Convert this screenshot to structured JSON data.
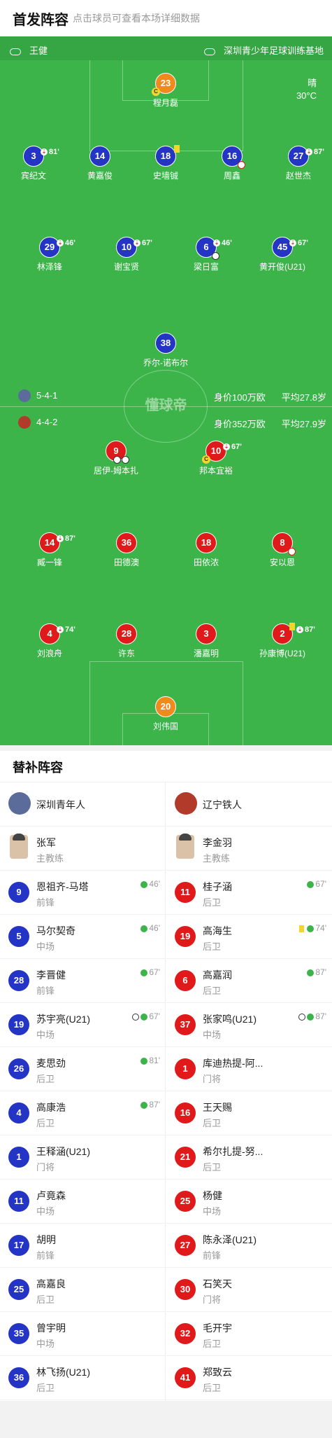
{
  "header": {
    "title": "首发阵容",
    "subtitle": "点击球员可查看本场详细数据"
  },
  "match": {
    "referee": "王健",
    "venue": "深圳青少年足球训练基地",
    "weather": "晴",
    "temperature": "30°C"
  },
  "colors": {
    "pitch": "#3cb44a",
    "home": "#2434c4",
    "away": "#e01a1a",
    "gk": "#f08a1c"
  },
  "teams": {
    "home": {
      "name": "深圳青年人",
      "formation": "5-4-1",
      "value": "身价100万欧",
      "avg_age": "平均27.8岁",
      "coach": "张军",
      "coach_role": "主教练"
    },
    "away": {
      "name": "辽宁铁人",
      "formation": "4-4-2",
      "value": "身价352万欧",
      "avg_age": "平均27.9岁",
      "coach": "李金羽",
      "coach_role": "主教练"
    }
  },
  "watermark": "懂球帝",
  "home_lineup": [
    {
      "num": "23",
      "name": "程月磊"
    },
    {
      "num": "3",
      "name": "宾纪文",
      "sub": "81'"
    },
    {
      "num": "14",
      "name": "黄嘉俊"
    },
    {
      "num": "18",
      "name": "史墙铖"
    },
    {
      "num": "16",
      "name": "周鑫"
    },
    {
      "num": "27",
      "name": "赵世杰",
      "sub": "87'"
    },
    {
      "num": "29",
      "name": "林泽锋",
      "sub": "46'"
    },
    {
      "num": "10",
      "name": "谢宝贤",
      "sub": "67'"
    },
    {
      "num": "6",
      "name": "梁日富",
      "sub": "46'"
    },
    {
      "num": "45",
      "name": "黄开俊(U21)",
      "sub": "67'"
    },
    {
      "num": "38",
      "name": "乔尔-诺布尔"
    }
  ],
  "away_lineup": [
    {
      "num": "9",
      "name": "居伊-姆本扎"
    },
    {
      "num": "10",
      "name": "邦本宜裕",
      "sub": "67'"
    },
    {
      "num": "14",
      "name": "臧一锋",
      "sub": "87'"
    },
    {
      "num": "36",
      "name": "田德澳"
    },
    {
      "num": "18",
      "name": "田依浓"
    },
    {
      "num": "8",
      "name": "安以恩"
    },
    {
      "num": "4",
      "name": "刘浪舟",
      "sub": "74'"
    },
    {
      "num": "28",
      "name": "许东"
    },
    {
      "num": "3",
      "name": "潘嘉明"
    },
    {
      "num": "2",
      "name": "孙康博(U21)",
      "sub": "87'"
    },
    {
      "num": "20",
      "name": "刘伟国"
    }
  ],
  "bench": {
    "title": "替补阵容",
    "home": [
      {
        "num": "9",
        "name": "恩祖齐-马塔",
        "pos": "前锋",
        "ev": "46'"
      },
      {
        "num": "5",
        "name": "马尔契奇",
        "pos": "中场",
        "ev": "46'"
      },
      {
        "num": "28",
        "name": "李晋健",
        "pos": "前锋",
        "ev": "67'"
      },
      {
        "num": "19",
        "name": "苏宇亮(U21)",
        "pos": "中场",
        "ev": "67'"
      },
      {
        "num": "26",
        "name": "麦思劲",
        "pos": "后卫",
        "ev": "81'"
      },
      {
        "num": "4",
        "name": "高康浩",
        "pos": "后卫",
        "ev": "87'"
      },
      {
        "num": "1",
        "name": "王释涵(U21)",
        "pos": "门将"
      },
      {
        "num": "11",
        "name": "卢竟森",
        "pos": "中场"
      },
      {
        "num": "17",
        "name": "胡明",
        "pos": "前锋"
      },
      {
        "num": "25",
        "name": "高嘉良",
        "pos": "后卫"
      },
      {
        "num": "35",
        "name": "曾宇明",
        "pos": "中场"
      },
      {
        "num": "36",
        "name": "林飞扬(U21)",
        "pos": "后卫"
      }
    ],
    "away": [
      {
        "num": "11",
        "name": "桂子涵",
        "pos": "后卫",
        "ev": "67'"
      },
      {
        "num": "19",
        "name": "高海生",
        "pos": "后卫",
        "ev": "74'"
      },
      {
        "num": "6",
        "name": "高嘉润",
        "pos": "后卫",
        "ev": "87'"
      },
      {
        "num": "37",
        "name": "张家鸣(U21)",
        "pos": "中场",
        "ev": "87'"
      },
      {
        "num": "1",
        "name": "库迪热提-阿...",
        "pos": "门将"
      },
      {
        "num": "16",
        "name": "王天赐",
        "pos": "后卫"
      },
      {
        "num": "21",
        "name": "希尔扎提-努...",
        "pos": "后卫"
      },
      {
        "num": "25",
        "name": "杨健",
        "pos": "中场"
      },
      {
        "num": "27",
        "name": "陈永泽(U21)",
        "pos": "前锋"
      },
      {
        "num": "30",
        "name": "石笑天",
        "pos": "门将"
      },
      {
        "num": "32",
        "name": "毛开宇",
        "pos": "后卫"
      },
      {
        "num": "41",
        "name": "郑致云",
        "pos": "后卫"
      }
    ]
  }
}
